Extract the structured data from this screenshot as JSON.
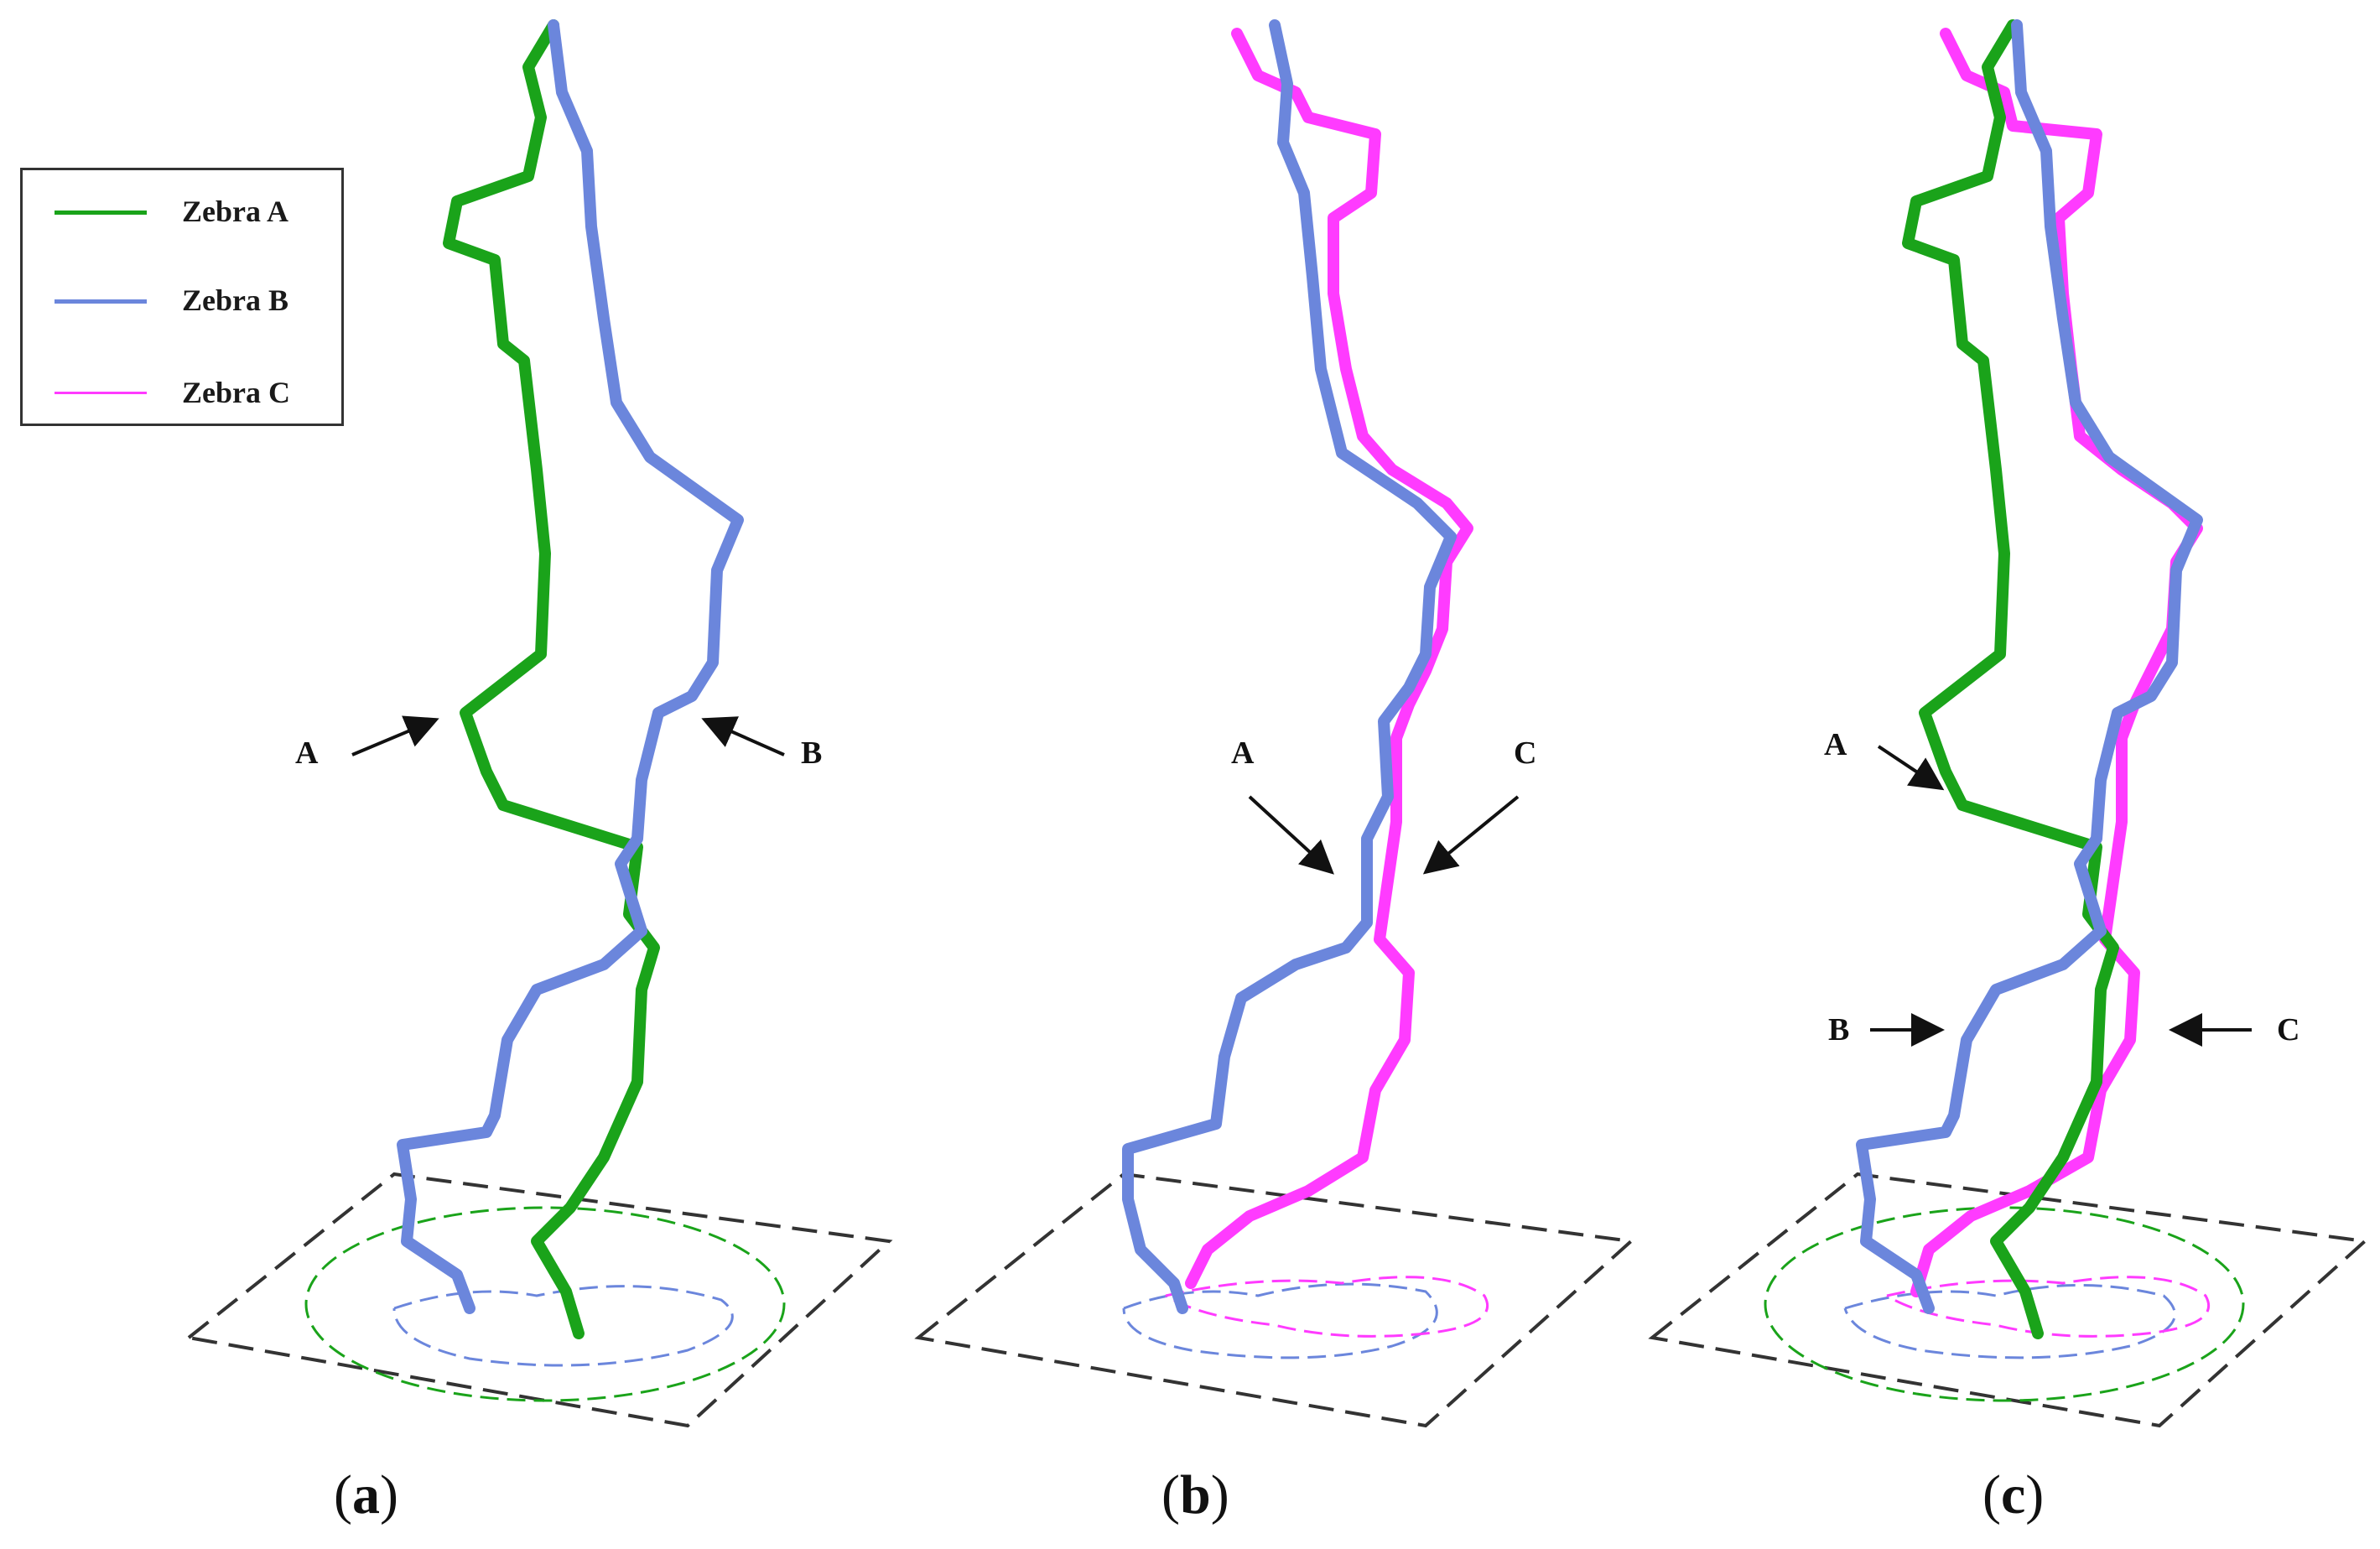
{
  "legend": {
    "items": [
      {
        "label": "Zebra A",
        "color": "#1aa31a"
      },
      {
        "label": "Zebra B",
        "color": "#6b86dc"
      },
      {
        "label": "Zebra C",
        "color": "#ff3bff"
      }
    ]
  },
  "panels": [
    {
      "label": "a",
      "arrows": [
        "A",
        "B"
      ]
    },
    {
      "label": "b",
      "arrows": [
        "A",
        "C"
      ]
    },
    {
      "label": "c",
      "arrows": [
        "A",
        "B",
        "C"
      ]
    }
  ]
}
